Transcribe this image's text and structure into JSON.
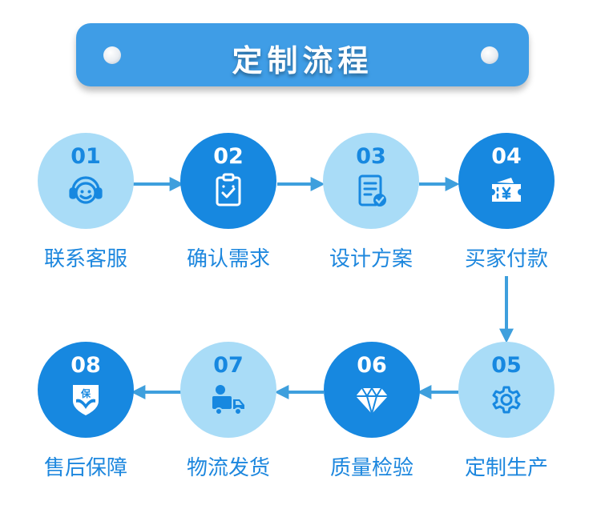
{
  "banner": {
    "title": "定制流程"
  },
  "steps": [
    {
      "num": "01",
      "label": "联系客服",
      "icon": "headset-icon"
    },
    {
      "num": "02",
      "label": "确认需求",
      "icon": "clipboard-check-icon"
    },
    {
      "num": "03",
      "label": "设计方案",
      "icon": "document-check-icon"
    },
    {
      "num": "04",
      "label": "买家付款",
      "icon": "yen-ticket-icon"
    },
    {
      "num": "05",
      "label": "定制生产",
      "icon": "gear-icon"
    },
    {
      "num": "06",
      "label": "质量检验",
      "icon": "diamond-icon"
    },
    {
      "num": "07",
      "label": "物流发货",
      "icon": "delivery-truck-icon"
    },
    {
      "num": "08",
      "label": "售后保障",
      "icon": "shield-hands-icon"
    }
  ],
  "colors": {
    "primary": "#1788e0",
    "light": "#a9dcf7",
    "banner": "#3f9de6",
    "arrow": "#3e9fdd"
  }
}
